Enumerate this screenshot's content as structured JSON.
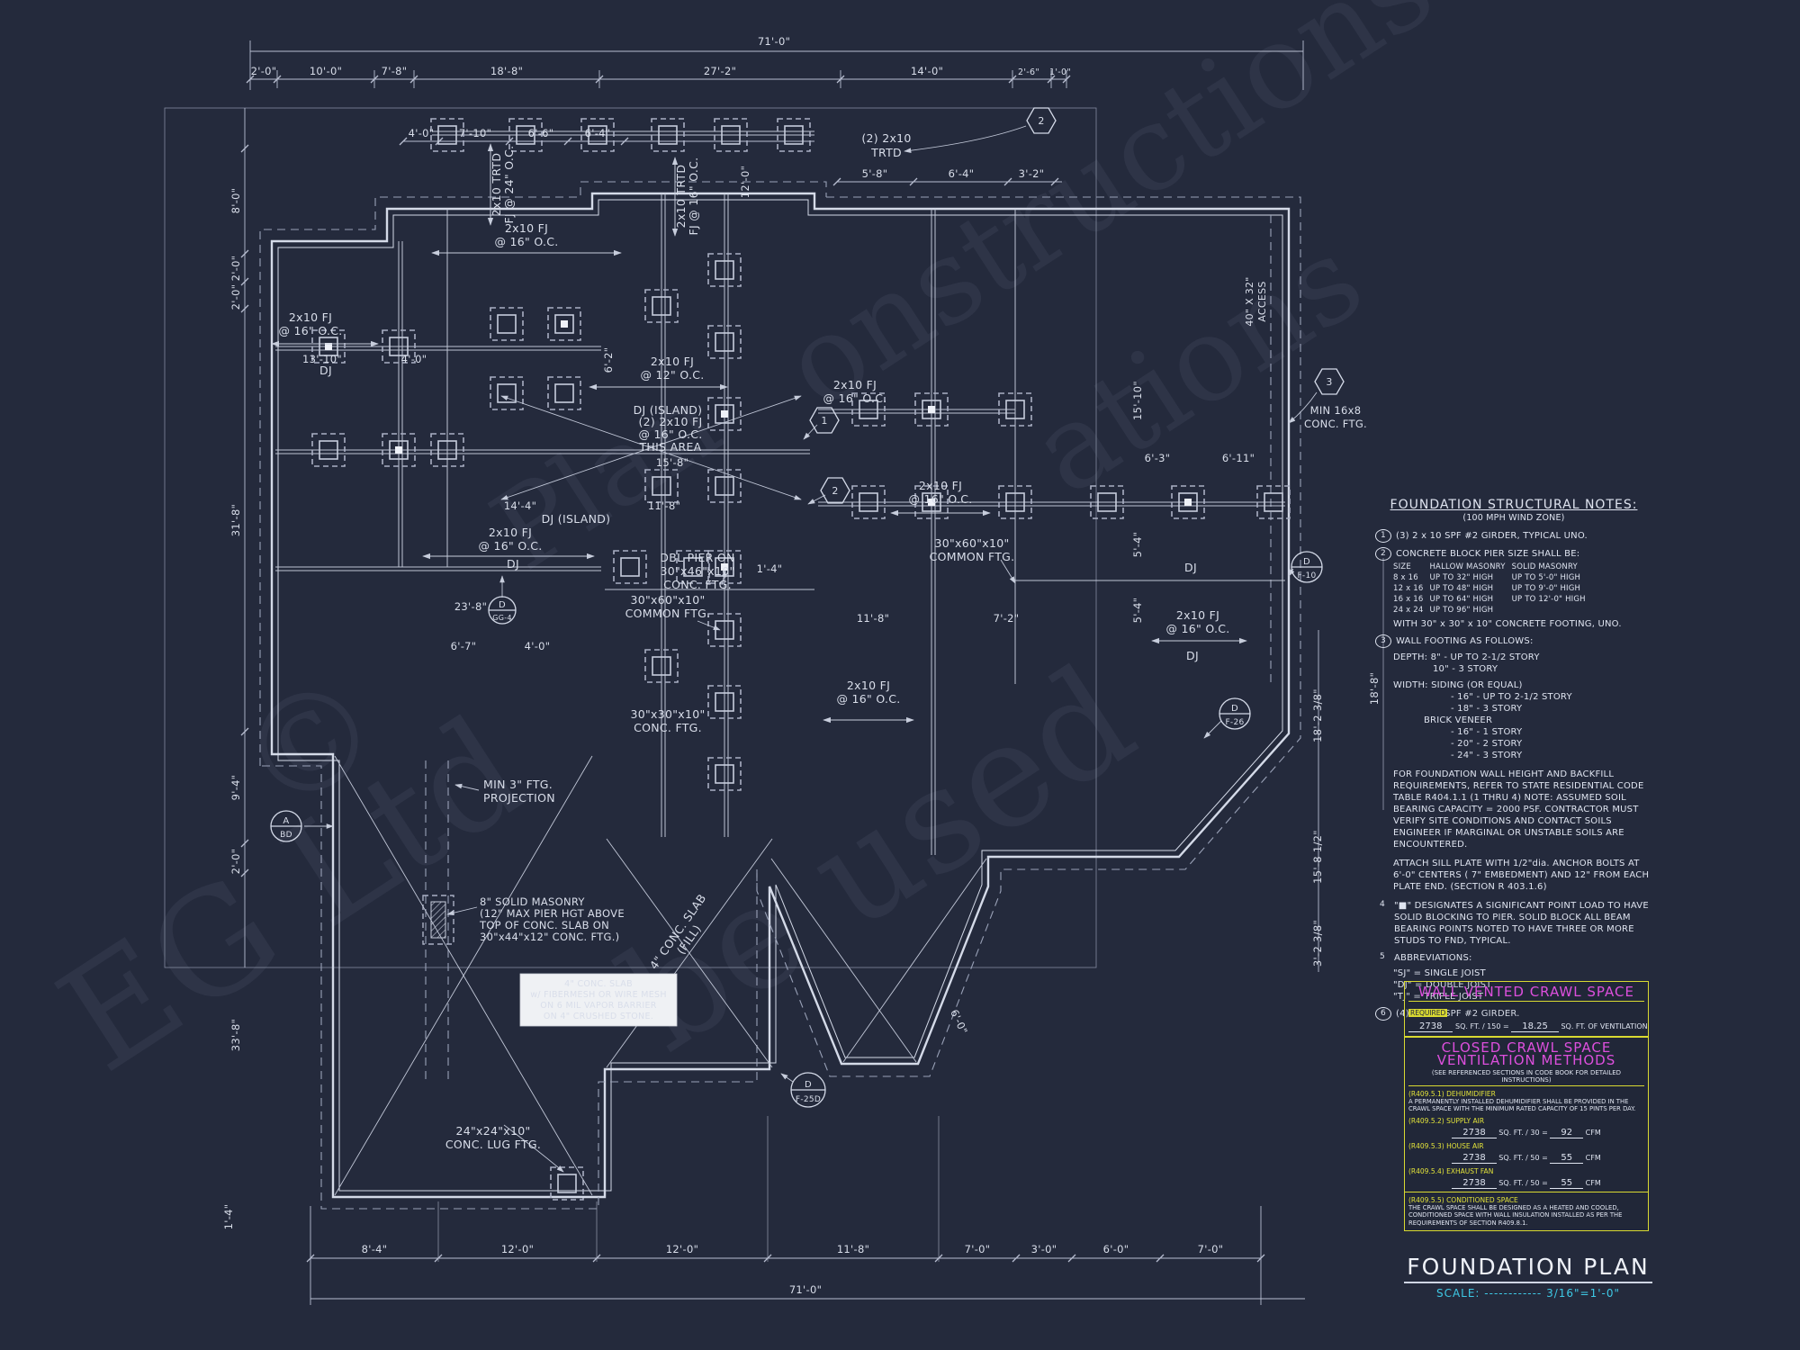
{
  "colors": {
    "background": "#242a3c",
    "line": "#c7cddc",
    "accent_cyan": "#3ec9e6",
    "accent_magenta": "#dd4fdd",
    "accent_yellow": "#d9d931",
    "white_box": "#eff1f4"
  },
  "watermark": {
    "fragments": [
      "©",
      "EG Ltd",
      "be used",
      "onstructions",
      "ations",
      "Plan"
    ]
  },
  "title_block": {
    "title": "FOUNDATION PLAN",
    "scale_label": "SCALE:",
    "scale_dots": "------------",
    "scale_value": "3/16\"=1'-0\""
  },
  "notes": {
    "heading": "FOUNDATION STRUCTURAL NOTES:",
    "subheading": "(100 MPH WIND ZONE)",
    "n1": "1",
    "note1": "(3) 2 x 10 SPF #2 GIRDER, TYPICAL UNO.",
    "n2": "2",
    "note2_title": "CONCRETE BLOCK PIER SIZE SHALL BE:",
    "pier_table": {
      "headers": [
        "SIZE",
        "HALLOW MASONRY",
        "SOLID MASONRY"
      ],
      "rows": [
        [
          "8 x 16",
          "UP TO 32\" HIGH",
          "UP TO 5'-0\" HIGH"
        ],
        [
          "12 x 16",
          "UP TO 48\" HIGH",
          "UP TO 9'-0\" HIGH"
        ],
        [
          "16 x 16",
          "UP TO 64\" HIGH",
          "UP TO 12'-0\" HIGH"
        ],
        [
          "24 x 24",
          "UP TO 96\" HIGH",
          ""
        ]
      ],
      "footer": "WITH 30\" x 30\" x 10\" CONCRETE FOOTING, UNO."
    },
    "n3": "3",
    "note3_title": "WALL FOOTING AS FOLLOWS:",
    "note3_lines": [
      "DEPTH:   8\" - UP TO 2-1/2 STORY",
      "10\" - 3 STORY",
      "WIDTH:   SIDING (OR EQUAL)",
      "- 16\" - UP TO 2-1/2 STORY",
      "- 18\" - 3 STORY",
      "BRICK VENEER",
      "- 16\" - 1 STORY",
      "- 20\" - 2 STORY",
      "- 24\" - 3 STORY"
    ],
    "para1": "FOR FOUNDATION WALL HEIGHT AND BACKFILL REQUIREMENTS, REFER TO STATE RESIDENTIAL CODE TABLE R404.1.1 (1 THRU 4) NOTE: ASSUMED SOIL BEARING CAPACITY = 2000 PSF. CONTRACTOR MUST VERIFY SITE CONDITIONS AND CONTACT SOILS ENGINEER IF MARGINAL OR UNSTABLE SOILS ARE ENCOUNTERED.",
    "para2": "ATTACH SILL PLATE WITH 1/2\"dia. ANCHOR BOLTS AT 6'-0\" CENTERS ( 7\" EMBEDMENT) AND 12\" FROM EACH PLATE END. (SECTION R 403.1.6)",
    "n4": "4",
    "note4": "\"■\" DESIGNATES A SIGNIFICANT POINT LOAD TO HAVE SOLID BLOCKING TO PIER. SOLID BLOCK ALL BEAM BEARING POINTS NOTED TO HAVE THREE OR MORE STUDS TO FND, TYPICAL.",
    "n5": "5",
    "note5_title": "ABBREVIATIONS:",
    "abbrevs": [
      "\"SJ\" = SINGLE JOIST",
      "\"DJ\" = DOUBLE JOIST",
      "\"TJ\" = TRIPLE JOIST"
    ],
    "n6": "6",
    "note6": "(4) 2 x 10 SPF #2 GIRDER."
  },
  "vent": {
    "wall_vented": {
      "title": "WALL VENTED CRAWL SPACE",
      "required": "REQUIRED",
      "sqft": "2738",
      "formula": "SQ. FT. / 150 =",
      "result": "18.25",
      "result_label": "SQ. FT. OF VENTILATION"
    },
    "closed": {
      "title1": "CLOSED CRAWL SPACE",
      "title2": "VENTILATION METHODS",
      "subtitle": "(SEE REFERENCED SECTIONS IN CODE BOOK FOR DETAILED INSTRUCTIONS)",
      "s1_code": "(R409.5.1)  DEHUMIDIFIER",
      "s1_body": "A PERMANENTLY INSTALLED DEHUMIDIFIER SHALL BE PROVIDED IN THE CRAWL SPACE WITH THE MINIMUM RATED CAPACITY OF 15 PINTS PER DAY.",
      "s2_code": "(R409.5.2)  SUPPLY AIR",
      "s2_sqft": "2738",
      "s2_formula": "SQ. FT. / 30 =",
      "s2_result": "92",
      "s2_unit": "CFM",
      "s3_code": "(R409.5.3)  HOUSE AIR",
      "s3_sqft": "2738",
      "s3_formula": "SQ. FT. / 50 =",
      "s3_result": "55",
      "s3_unit": "CFM",
      "s4_code": "(R409.5.4)  EXHAUST FAN",
      "s4_sqft": "2738",
      "s4_formula": "SQ. FT. / 50 =",
      "s4_result": "55",
      "s4_unit": "CFM",
      "s5_code": "(R409.5.5)  CONDITIONED SPACE",
      "s5_body": "THE CRAWL SPACE SHALL BE DESIGNED AS A HEATED AND COOLED, CONDITIONED SPACE WITH WALL INSULATION INSTALLED AS PER THE REQUIREMENTS OF SECTION R409.8.1."
    }
  },
  "dims": {
    "top_total": "71'-0\"",
    "top": [
      "2'-0\"",
      "10'-0\"",
      "7'-8\"",
      "18'-8\"",
      "27'-2\"",
      "14'-0\"",
      "2'-6\"",
      "1'-0\""
    ],
    "top_sub": [
      "4'-0\"",
      "7'-10\"",
      "6'-6\"",
      "6'-4\""
    ],
    "top_sub2": [
      "5'-8\"",
      "6'-4\"",
      "3'-2\""
    ],
    "left": [
      "8'-0\"",
      "2'-0\"",
      "2'-0\"",
      "31'-8\"",
      "9'-4\"",
      "2'-0\"",
      "33'-8\""
    ],
    "left_extra": "1'-4\"",
    "bottom": [
      "8'-4\"",
      "12'-0\"",
      "12'-0\"",
      "11'-8\"",
      "7'-0\"",
      "3'-0\"",
      "6'-0\"",
      "7'-0\""
    ],
    "bottom_total": "71'-0\"",
    "right": [
      "18'-2 3/8\"",
      "15'-8 1/2\"",
      "3'-2 3/8\""
    ],
    "right_outer": "18'-8\"",
    "inner": {
      "d13_10": "13'-10\"",
      "d4_0": "4'-0\"",
      "d15_8": "15'-8\"",
      "d14_4": "14'-4\"",
      "d11_8": "11'-8\"",
      "d6_7": "6'-7\"",
      "d6_2": "6'-2\"",
      "d6_3": "6'-3\"",
      "d6_11": "6'-11\"",
      "d5_4": "5'-4\"",
      "d15_10": "15'-10\"",
      "d12_0": "12'-0\"",
      "d1_4": "1'-4\"",
      "d23_8": "23'-8\"",
      "d7_2": "7'-2\"",
      "d6_0": "6'-0\""
    }
  },
  "plan": {
    "labels": {
      "fj16a": "2x10 FJ",
      "fj16b": "@ 16\" O.C.",
      "fj12a": "2x10 FJ",
      "fj12b": "@ 12\" O.C.",
      "trtd24a": "2x10 TRTD",
      "trtd24b": "FJ @ 24\" O.C.",
      "trtd16a": "2x10 TRTD",
      "trtd16b": "FJ @ 16\" O.C.",
      "trtd2x10a": "(2) 2x10",
      "trtd2x10b": "TRTD",
      "dj": "DJ",
      "dj_island": "DJ  (ISLAND)",
      "area1": "(2) 2x10 FJ",
      "area2": "@ 16\" O.C.",
      "area3": "THIS AREA",
      "dblpier1": "DBL PIER ON",
      "dblpier2": "30\"x46\"x10\"",
      "dblpier3": "CONC. FTG.",
      "common1": "30\"x60\"x10\"",
      "common2": "COMMON FTG.",
      "ftg3030a": "30\"x30\"x10\"",
      "ftg3030b": "CONC. FTG.",
      "minftg1": "MIN 3\" FTG.",
      "minftg2": "PROJECTION",
      "masonry1": "8\" SOLID MASONRY",
      "masonry2": "(12\" MAX PIER HGT ABOVE",
      "masonry3": "TOP OF CONC. SLAB ON",
      "masonry4": "30\"x44\"x12\" CONC. FTG.)",
      "whitebox1": "4\" CONC. SLAB",
      "whitebox2": "w/ FIBERMESH OR WIRE MESH",
      "whitebox3": "ON 6 MIL VAPOR BARRIER",
      "whitebox4": "ON 4\" CRUSHED STONE.",
      "lug1": "24\"x24\"x10\"",
      "lug2": "CONC. LUG FTG.",
      "slabfill1": "4\" CONC. SLAB",
      "slabfill2": "(FILL)",
      "min16x8a": "MIN 16x8",
      "min16x8b": "CONC. FTG.",
      "access1": "40\" X 32\"",
      "access2": "ACCESS"
    },
    "markers": {
      "hex1": "1",
      "hex2": "2",
      "hex3": "3",
      "a_top": "A",
      "a_bot": "BD",
      "g4_top": "D",
      "g4_bot": "GG-4",
      "f25d_top": "D",
      "f25d_bot": "F-25D",
      "f26_top": "D",
      "f26_bot": "F-26",
      "f10_top": "D",
      "f10_bot": "F-10"
    }
  }
}
